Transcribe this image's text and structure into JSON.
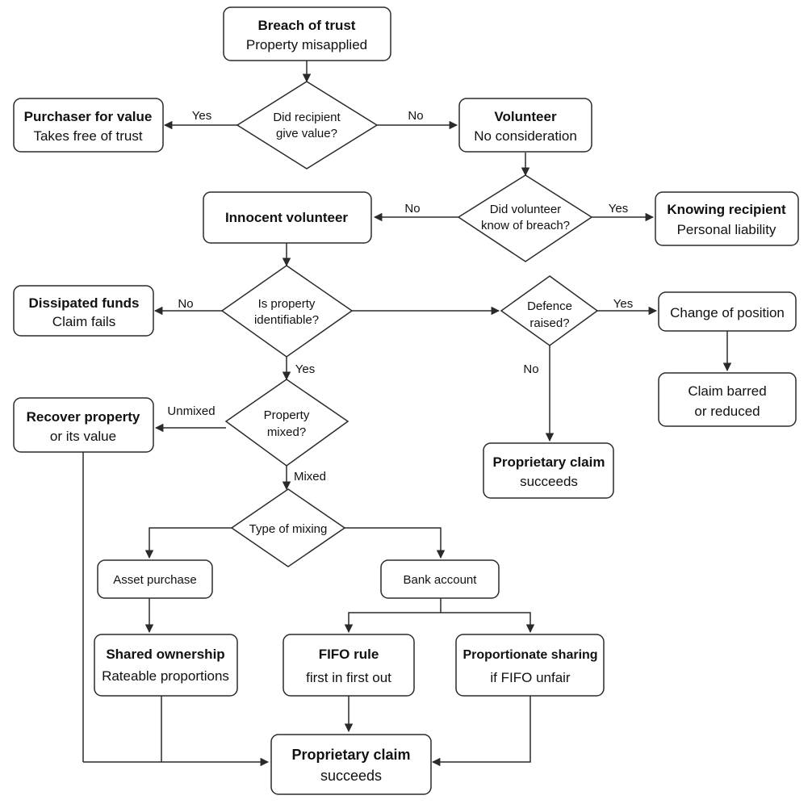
{
  "nodes": {
    "breach": {
      "title": "Breach of trust",
      "sub": "Property misapplied"
    },
    "gave_value": {
      "line1": "Did recipient",
      "line2": "give value?"
    },
    "purchaser": {
      "title": "Purchaser for value",
      "sub": "Takes free of trust"
    },
    "volunteer": {
      "title": "Volunteer",
      "sub": "No consideration"
    },
    "knew_breach": {
      "line1": "Did volunteer",
      "line2": "know of breach?"
    },
    "innocent": {
      "title": "Innocent volunteer"
    },
    "knowing": {
      "title": "Knowing recipient",
      "sub": "Personal liability"
    },
    "identifiable": {
      "line1": "Is property",
      "line2": "identifiable?"
    },
    "dissipated": {
      "title": "Dissipated funds",
      "sub": "Claim fails"
    },
    "defence": {
      "line1": "Defence",
      "line2": "raised?"
    },
    "change_position": {
      "text": "Change of position"
    },
    "claim_barred": {
      "line1": "Claim barred",
      "line2": "or reduced"
    },
    "mixed": {
      "line1": "Property",
      "line2": "mixed?"
    },
    "recover": {
      "title": "Recover property",
      "sub": "or its value"
    },
    "prop_claim_right": {
      "title": "Proprietary claim",
      "sub": "succeeds"
    },
    "type_mixing": {
      "text": "Type of mixing"
    },
    "asset_purchase": {
      "text": "Asset purchase"
    },
    "bank_account": {
      "text": "Bank account"
    },
    "shared": {
      "title": "Shared ownership",
      "sub": "Rateable proportions"
    },
    "fifo": {
      "title": "FIFO rule",
      "sub": "first in first out"
    },
    "proportionate": {
      "title": "Proportionate sharing",
      "sub": "if FIFO unfair"
    },
    "prop_claim_final": {
      "title": "Proprietary claim",
      "sub": "succeeds"
    }
  },
  "edge_labels": {
    "value_yes": "Yes",
    "value_no": "No",
    "know_no": "No",
    "know_yes": "Yes",
    "ident_no": "No",
    "ident_yes": "Yes",
    "defence_yes": "Yes",
    "defence_no": "No",
    "unmixed": "Unmixed",
    "mixed": "Mixed"
  }
}
